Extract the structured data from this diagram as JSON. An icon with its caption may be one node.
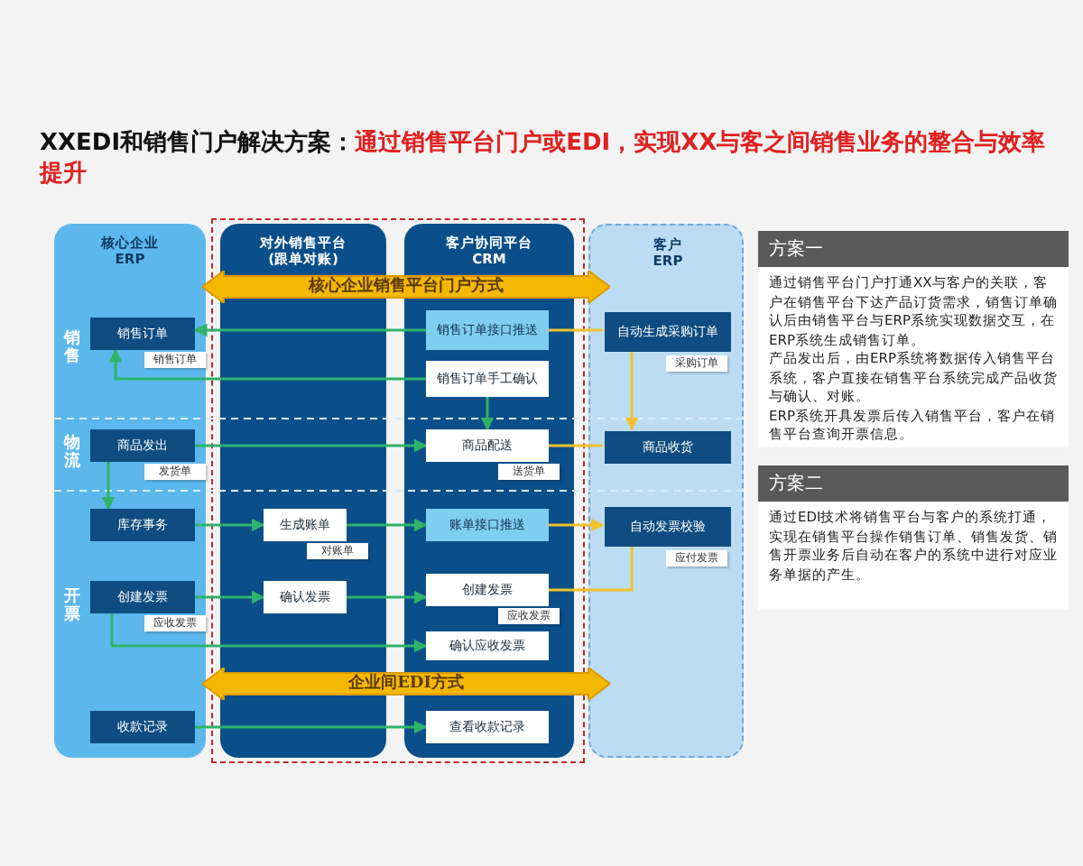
{
  "diagram": {
    "title": "XXEDI和销售门户解决方案：通过销售平台门户或EDI，实现XX与客之间销售业务的整合与效率提升",
    "nodes": [
      {
        "text": [
          "核心企业 ERP"
        ]
      },
      {
        "text": [
          "销售订单"
        ],
        "in": 0,
        "beside": [
          "销售订单"
        ]
      },
      {
        "text": [
          "商品发出"
        ],
        "in": 0,
        "beside": [
          "发货单"
        ]
      },
      {
        "text": [
          "库存事务"
        ],
        "in": 0
      },
      {
        "text": [
          "创建发票"
        ],
        "in": 0,
        "beside": [
          "应收发票"
        ]
      },
      {
        "text": [
          "收款记录"
        ],
        "in": 0
      },
      {
        "text": [
          "对外销售平台 (跟单对账)"
        ]
      },
      {
        "text": [
          "生成账单"
        ],
        "in": 6,
        "beside": [
          "对账单"
        ]
      },
      {
        "text": [
          "确认发票"
        ],
        "in": 6
      },
      {
        "text": [
          "客户协同平台 CRM"
        ]
      },
      {
        "text": [
          "销售订单接口推送"
        ],
        "in": 9
      },
      {
        "text": [
          "销售订单手工确认"
        ],
        "in": 9
      },
      {
        "text": [
          "商品配送"
        ],
        "in": 9,
        "beside": [
          "送货单"
        ]
      },
      {
        "text": [
          "账单接口推送"
        ],
        "in": 9
      },
      {
        "text": [
          "创建发票"
        ],
        "in": 9,
        "beside": [
          "应收发票"
        ]
      },
      {
        "text": [
          "确认应收发票"
        ],
        "in": 9
      },
      {
        "text": [
          "查看收款记录"
        ],
        "in": 9
      },
      {
        "text": [
          "客户 ERP"
        ]
      },
      {
        "text": [
          "自动生成采购订单"
        ],
        "in": 17,
        "beside": [
          "采购订单"
        ]
      },
      {
        "text": [
          "商品收货"
        ],
        "in": 17
      },
      {
        "text": [
          "自动发票校验"
        ],
        "in": 17,
        "beside": [
          "应付发票"
        ]
      },
      {
        "text": [
          "核心企业销售平台门户方式"
        ]
      },
      {
        "text": [
          "企业间EDI方式"
        ]
      },
      {
        "text": [
          "方案一",
          "通过销售平台门户打通XX与客户的关联，客户在销售平台下达产品订货需求，销售订单确认后由销售平台与ERP系统实现数据交互，在ERP系统生成销售订单。",
          "产品发出后，由ERP系统将数据传入销售平台系统，客户直接在销售平台系统完成产品收货与确认、对账。",
          "ERP系统开具发票后传入销售平台，客户在销售平台查询开票信息。"
        ]
      },
      {
        "text": [
          "方案二",
          "通过EDI技术将销售平台与客户的系统打通，实现在销售平台操作销售订单、销售发货、销售开票业务后自动在客户的系统中进行对应业务单据的产生。"
        ]
      }
    ],
    "edges": [
      {
        "from": 10,
        "to": 1,
        "arrow": "to"
      },
      {
        "from": 11,
        "to": 1,
        "arrow": "to"
      },
      {
        "from": 11,
        "to": 12,
        "arrow": "to"
      },
      {
        "from": 2,
        "to": 12,
        "arrow": "to"
      },
      {
        "from": 2,
        "to": 3,
        "arrow": "to"
      },
      {
        "from": 3,
        "to": 7,
        "arrow": "to"
      },
      {
        "from": 7,
        "to": 13,
        "arrow": "to"
      },
      {
        "from": 4,
        "to": 8,
        "arrow": "to"
      },
      {
        "from": 8,
        "to": 14,
        "arrow": "to"
      },
      {
        "from": 4,
        "to": 15,
        "arrow": "to"
      },
      {
        "from": 5,
        "to": 16,
        "arrow": "to"
      },
      {
        "from": 10,
        "to": 18,
        "arrow": "none",
        "color": "#f2c12e"
      },
      {
        "from": 18,
        "to": 19,
        "arrow": "to",
        "color": "#f2c12e"
      },
      {
        "from": 12,
        "to": 19,
        "arrow": "none",
        "color": "#f2c12e"
      },
      {
        "from": 13,
        "to": 20,
        "arrow": "to",
        "color": "#f2c12e"
      },
      {
        "from": 20,
        "to": 14,
        "arrow": "none",
        "color": "#f2c12e"
      }
    ],
    "labels": [
      "销售",
      "物流",
      "开票"
    ]
  }
}
